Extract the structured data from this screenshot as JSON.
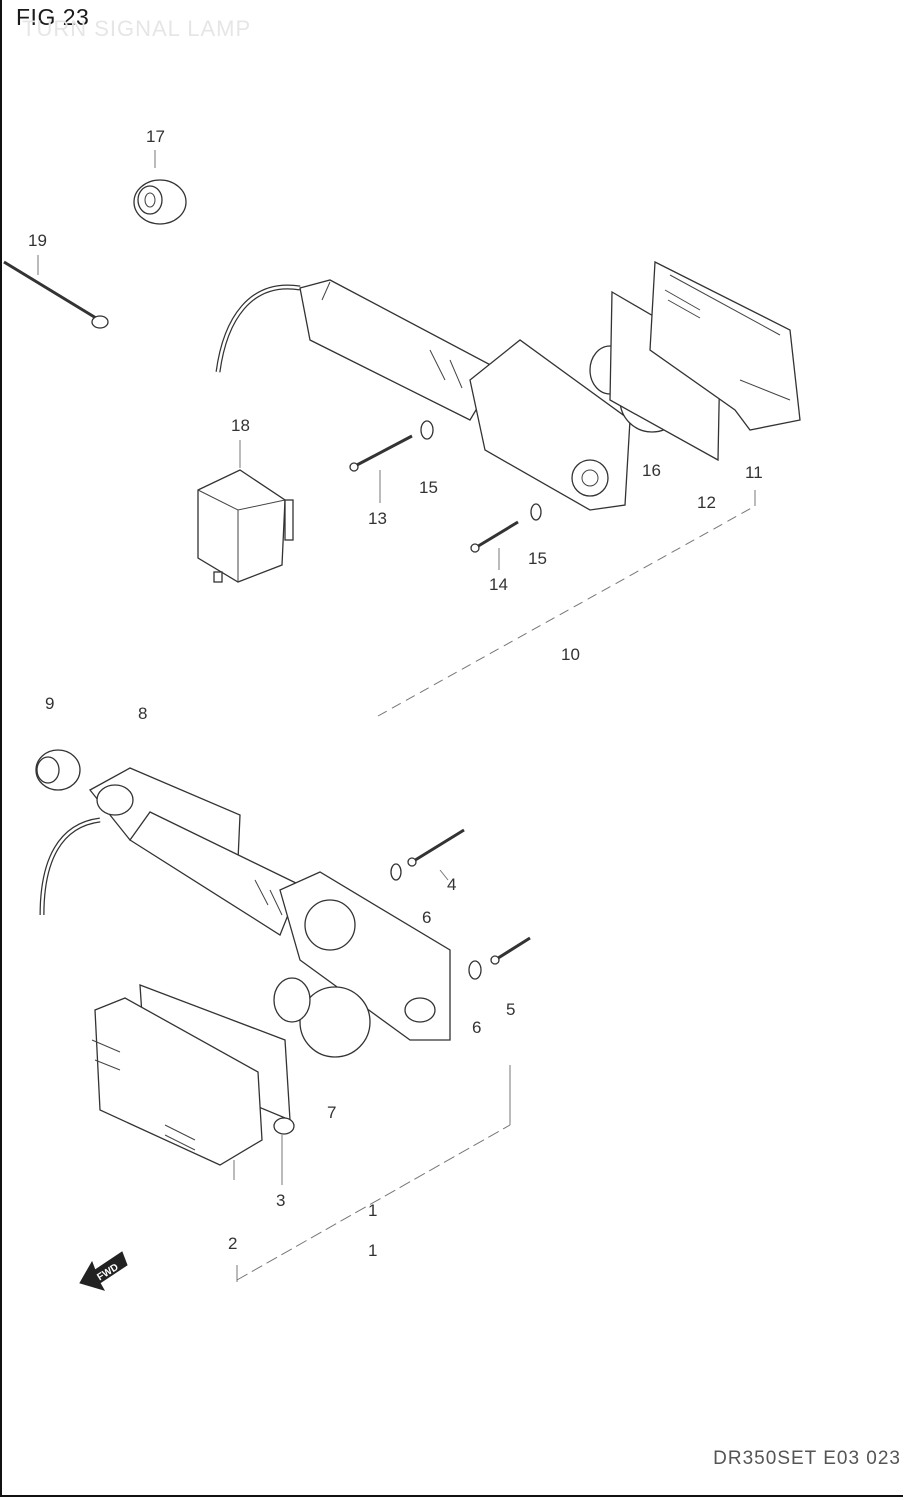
{
  "figure": {
    "title": "FIG 23",
    "subtitle": "TURN SIGNAL LAMP",
    "code": "DR350SET E03 023"
  },
  "callouts": {
    "p1a": "1",
    "p1b": "1",
    "p2": "2",
    "p3": "3",
    "p4": "4",
    "p5": "5",
    "p6a": "6",
    "p6b": "6",
    "p7": "7",
    "p8": "8",
    "p9": "9",
    "p10": "10",
    "p11": "11",
    "p12": "12",
    "p13": "13",
    "p14": "14",
    "p15a": "15",
    "p15b": "15",
    "p16": "16",
    "p17": "17",
    "p18": "18",
    "p19": "19"
  },
  "fwd_label": "FWD"
}
